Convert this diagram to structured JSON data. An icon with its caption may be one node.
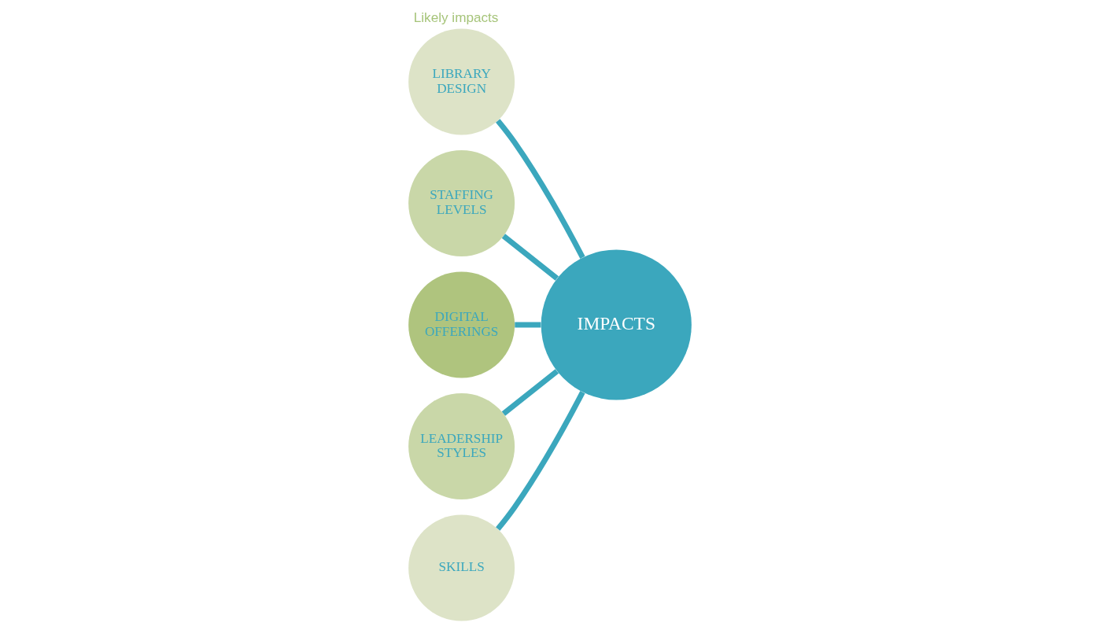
{
  "diagram": {
    "title": "Likely impacts",
    "nodes": [
      {
        "text": [
          "LIBRARY DESIGN"
        ]
      },
      {
        "text": [
          "STAFFING LEVELS"
        ]
      },
      {
        "text": [
          "DIGITAL OFFERINGS"
        ]
      },
      {
        "text": [
          "IMPACTS"
        ]
      },
      {
        "text": [
          "LEADERSHIP STYLES"
        ]
      },
      {
        "text": [
          "SKILLS"
        ]
      }
    ],
    "edges": [
      {
        "from": 0,
        "to": 3,
        "arrow": "none"
      },
      {
        "from": 1,
        "to": 3,
        "arrow": "none"
      },
      {
        "from": 2,
        "to": 3,
        "arrow": "none"
      },
      {
        "from": 4,
        "to": 3,
        "arrow": "none"
      },
      {
        "from": 5,
        "to": 3,
        "arrow": "none"
      }
    ]
  }
}
